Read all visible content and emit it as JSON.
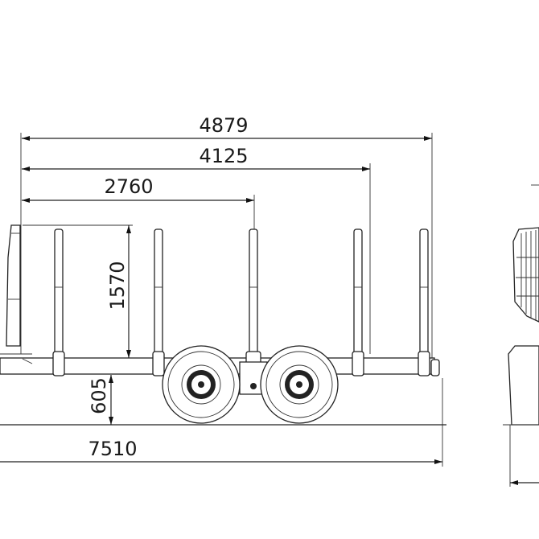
{
  "drawing": {
    "dimensions": {
      "overall_bunk_span": "4879",
      "rear_stake_span": "4125",
      "middle_stake_span": "2760",
      "stake_height": "1570",
      "frame_height": "605",
      "total_length": "7510"
    },
    "line_color": "#222222",
    "background": "#ffffff"
  }
}
